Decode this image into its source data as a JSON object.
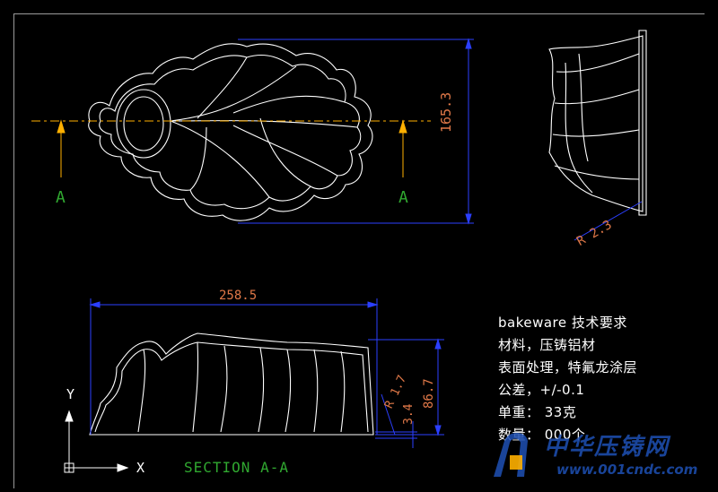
{
  "views": {
    "section_marker_left": "A",
    "section_marker_right": "A",
    "section_title": "SECTION A-A"
  },
  "dimensions": {
    "height": "165.3",
    "radius_side": "R 2.3",
    "length": "258.5",
    "radius_bottom": "R 1.7",
    "thickness": "3.4",
    "depth": "86.7"
  },
  "ucs": {
    "y": "Y",
    "x": "X"
  },
  "notes": {
    "title": "bakeware  技术要求",
    "material": "材料，压铸铝材",
    "surface": "表面处理，特氟龙涂层",
    "tolerance": "公差，+/-0.1",
    "weight": "单重：   33克",
    "quantity": "数量：   000个"
  },
  "watermark": {
    "name": "中华压铸网",
    "url": "www.001cndc.com"
  },
  "colors": {
    "background": "#000000",
    "outline": "#ffffff",
    "dimension": "#2b3fff",
    "center": "#ffb000",
    "label": "#30a830",
    "text": "#ffffff"
  }
}
